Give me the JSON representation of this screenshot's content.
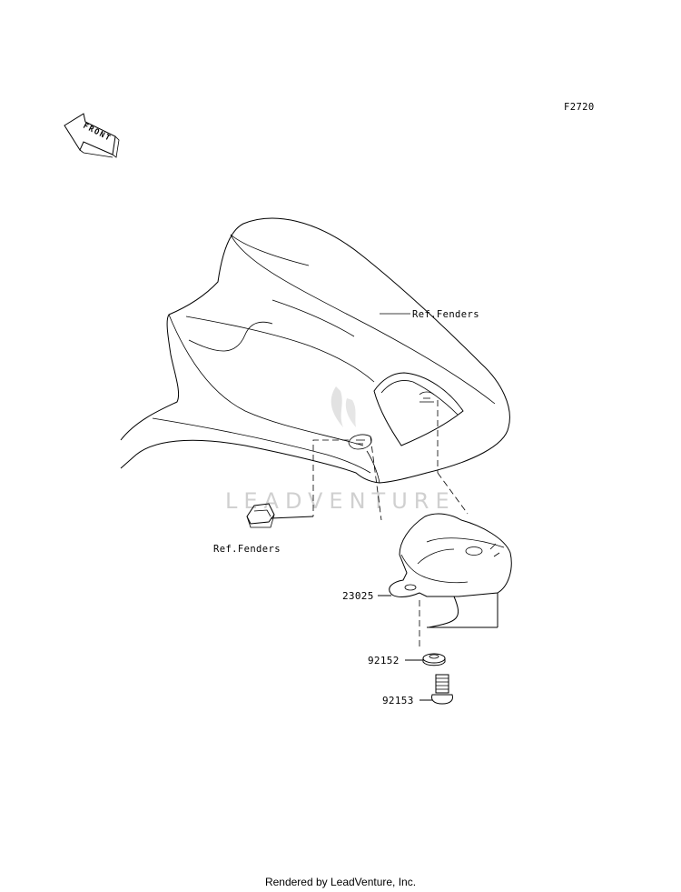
{
  "diagram": {
    "figure_code": "F2720",
    "front_arrow_label": "FRONT",
    "watermark": "LEADVENTURE",
    "callouts": [
      {
        "id": "ref-fenders-upper",
        "text": "Ref.Fenders"
      },
      {
        "id": "ref-fenders-lower",
        "text": "Ref.Fenders"
      },
      {
        "id": "part-23025",
        "text": "23025"
      },
      {
        "id": "part-92152",
        "text": "92152"
      },
      {
        "id": "part-92153",
        "text": "92153"
      }
    ]
  },
  "footer": {
    "text": "Rendered by LeadVenture, Inc."
  }
}
